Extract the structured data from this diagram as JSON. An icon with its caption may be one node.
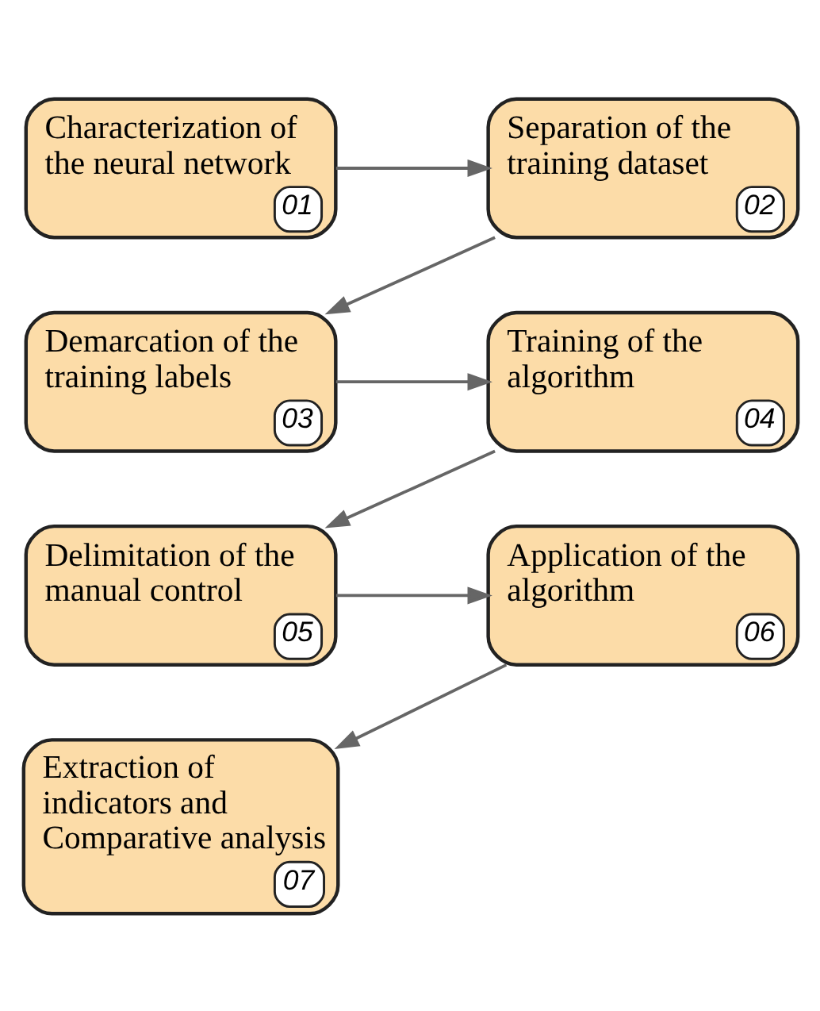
{
  "diagram": {
    "nodes": [
      {
        "text": [
          "Characterization of the neural network",
          "01"
        ]
      },
      {
        "text": [
          "Separation of the training dataset",
          "02"
        ]
      },
      {
        "text": [
          "Demarcation of the training labels",
          "03"
        ]
      },
      {
        "text": [
          "Training of the algorithm",
          "04"
        ]
      },
      {
        "text": [
          "Delimitation of the manual control",
          "05"
        ]
      },
      {
        "text": [
          "Application of the algorithm",
          "06"
        ]
      },
      {
        "text": [
          "Extraction of indicators and Comparative analysis",
          "07"
        ]
      }
    ],
    "edges": [
      {
        "from": 0,
        "to": 1,
        "arrow": "to"
      },
      {
        "from": 1,
        "to": 2,
        "arrow": "to"
      },
      {
        "from": 2,
        "to": 3,
        "arrow": "to"
      },
      {
        "from": 3,
        "to": 4,
        "arrow": "to"
      },
      {
        "from": 4,
        "to": 5,
        "arrow": "to"
      },
      {
        "from": 5,
        "to": 6,
        "arrow": "to"
      }
    ]
  }
}
